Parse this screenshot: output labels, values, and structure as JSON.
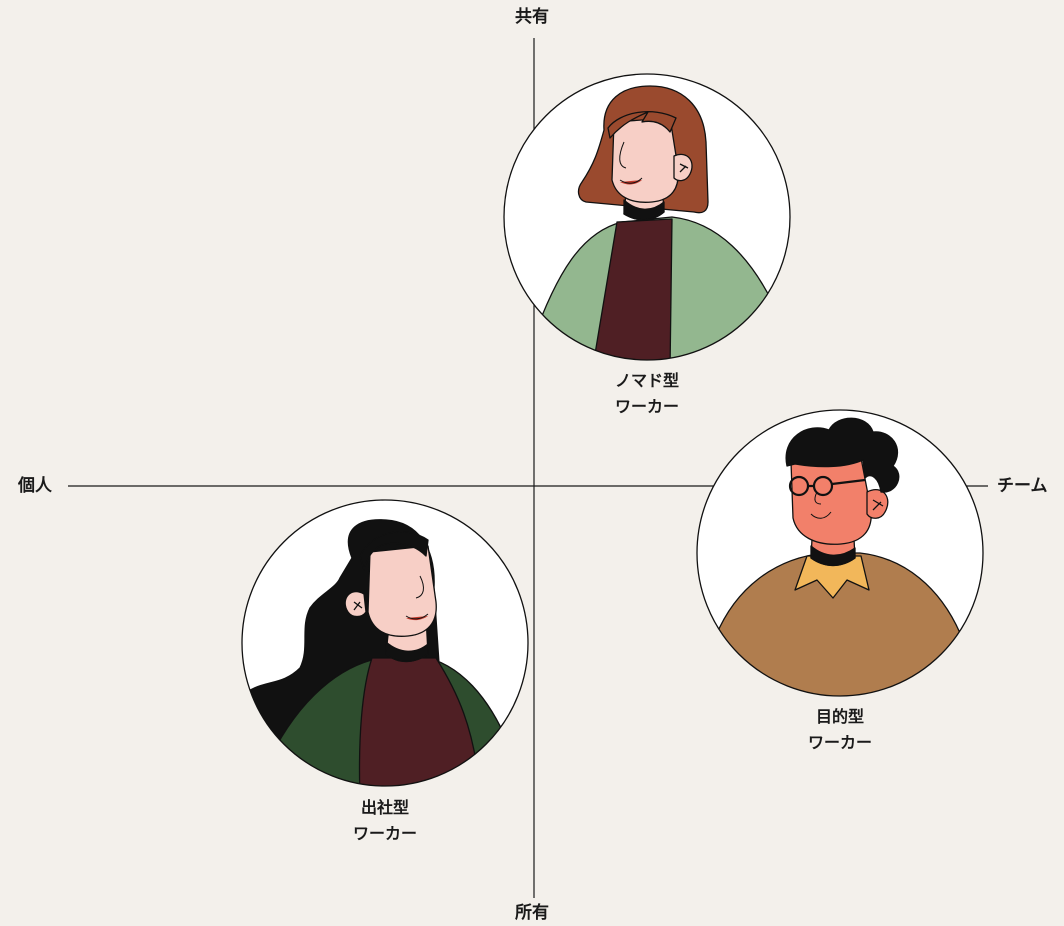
{
  "axes": {
    "top": "共有",
    "bottom": "所有",
    "left": "個人",
    "right": "チーム"
  },
  "personas": [
    {
      "id": "nomad",
      "line1": "ノマド型",
      "line2": "ワーカー"
    },
    {
      "id": "purpose",
      "line1": "目的型",
      "line2": "ワーカー"
    },
    {
      "id": "office",
      "line1": "出社型",
      "line2": "ワーカー"
    }
  ],
  "colors": {
    "background": "#f3f0eb",
    "skin_light": "#f7cfc6",
    "skin_coral": "#f2806a",
    "hair_auburn": "#9a4a2e",
    "jacket_sage": "#93b78f",
    "shirt_maroon": "#4f1f24",
    "sweater_tan": "#b07d4e",
    "collar_yellow": "#f2b75a",
    "jacket_green": "#2e4d2e"
  }
}
